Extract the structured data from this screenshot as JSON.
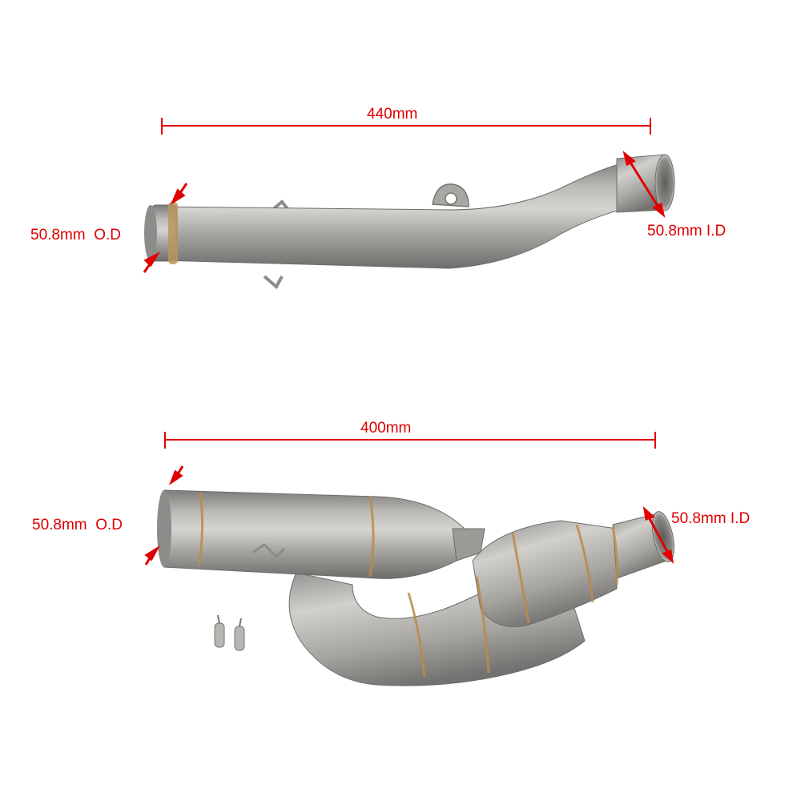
{
  "top_pipe": {
    "length_label": "440mm",
    "outer_diameter_label": "50.8mm  O.D",
    "inner_diameter_label": "50.8mm I.D"
  },
  "bottom_pipe": {
    "length_label": "400mm",
    "outer_diameter_label": "50.8mm  O.D",
    "inner_diameter_label": "50.8mm I.D"
  },
  "colors": {
    "dimension_red": "#e00000",
    "steel": "#a8a6a4",
    "weld": "#b88c4a"
  }
}
